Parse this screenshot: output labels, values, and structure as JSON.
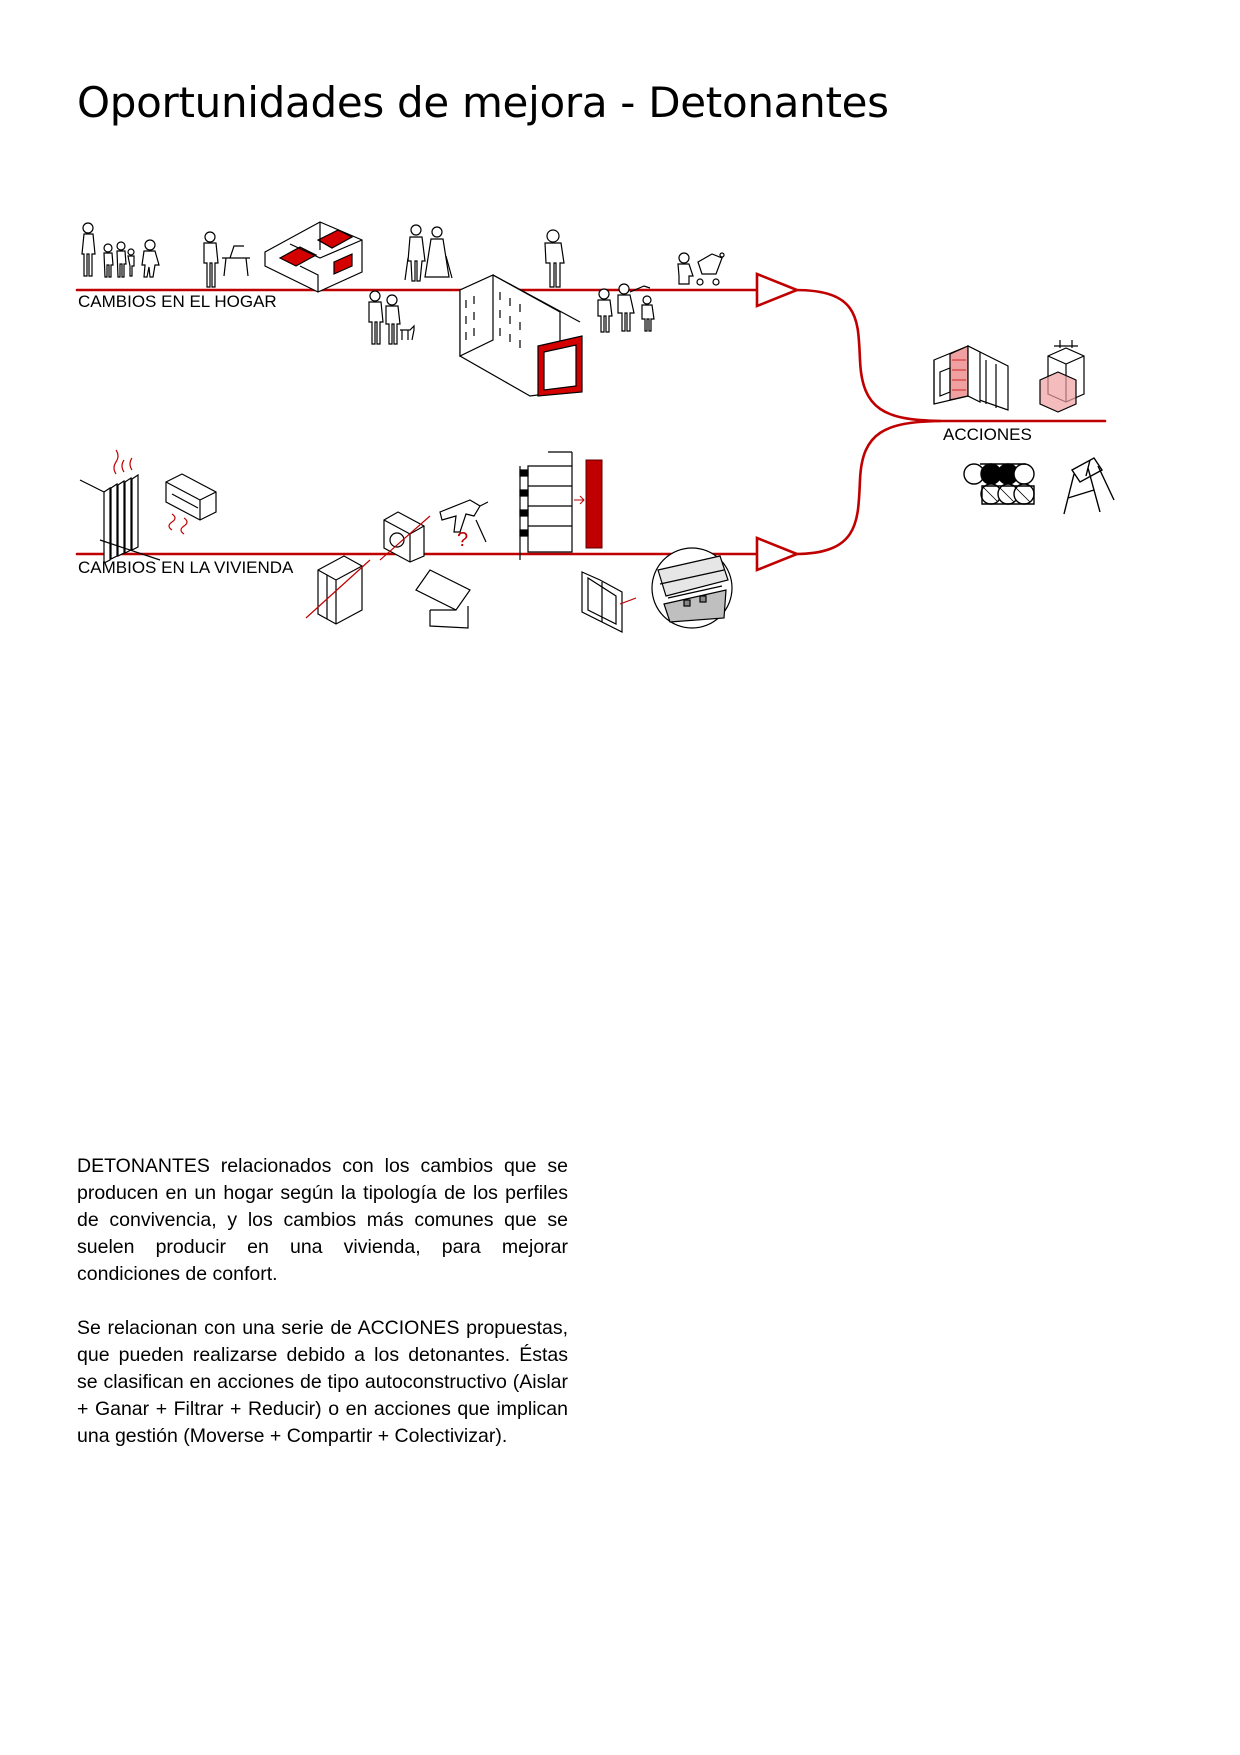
{
  "page": {
    "title": "Oportunidades de mejora - Detonantes"
  },
  "diagram": {
    "line_color": "#c00000",
    "labels": {
      "hogar": "CAMBIOS EN EL HOGAR",
      "vivienda": "CAMBIOS EN LA VIVIENDA",
      "acciones": "ACCIONES"
    },
    "annotation_mark": "?",
    "icons": {
      "hogar_row": [
        "family-group-icon",
        "person-at-desk-icon",
        "apartment-plan-icon",
        "elderly-couple-icon",
        "person-standing-icon",
        "parent-with-stroller-icon",
        "person-with-dog-icon",
        "apartment-building-icon",
        "people-group-icon"
      ],
      "vivienda_row": [
        "radiator-icon",
        "air-conditioner-icon",
        "washing-machine-icon",
        "drill-icon",
        "building-section-icon",
        "wardrobe-icon",
        "awning-icon",
        "window-icon",
        "floor-detail-icon"
      ],
      "acciones": [
        "wall-insulation-icon",
        "module-extension-icon",
        "shared-circles-icon",
        "folding-chair-icon"
      ]
    }
  },
  "body": {
    "paragraph_1": "DETONANTES relacionados con los cambios que se producen en un hogar según la tipología de los perfiles de convivencia, y los cambios más comunes que se suelen producir en una vivienda, para mejorar condiciones de confort.",
    "paragraph_2": "Se relacionan con una serie de ACCIONES propuestas, que pueden realizarse debido a los detonantes. Éstas se clasifican en acciones de tipo autoconstructivo (Aislar + Ganar + Filtrar + Reducir) o en acciones que implican una gestión (Moverse + Compartir + Colectivizar)."
  }
}
